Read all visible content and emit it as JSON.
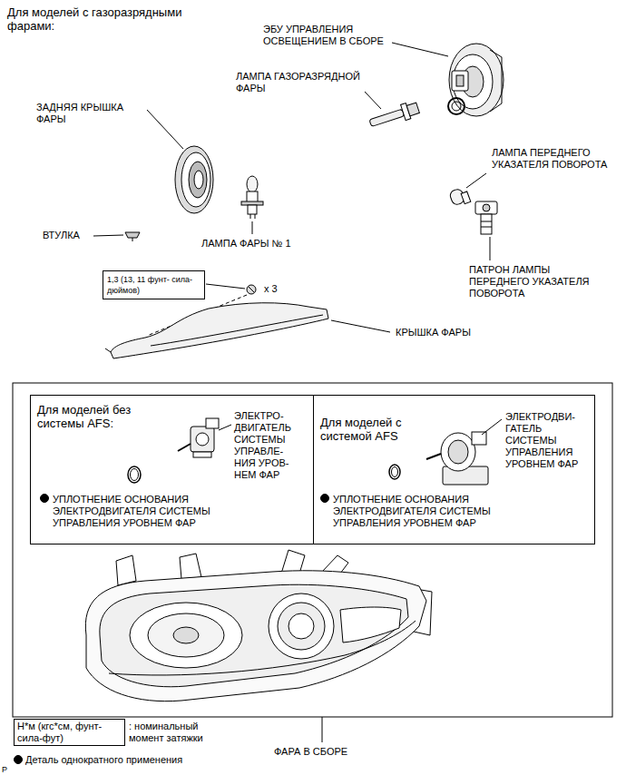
{
  "diagram": {
    "title": "Для моделей с газоразрядными фарами:",
    "nodes": [
      {
        "text": [
          "1,3 (13, 11 фунт- сила-дюймов)"
        ]
      },
      {
        "text": [
          "Для моделей без системы AFS:",
          "ЭЛЕКТРО- ДВИГАТЕЛЬ СИСТЕМЫ УПРАВЛЕ- НИЯ УРОВ- НЕМ ФАР",
          "УПЛОТНЕНИЕ ОСНОВАНИЯ ЭЛЕКТРОДВИГАТЕЛЯ СИСТЕМЫ УПРАВЛЕНИЯ УРОВНЕМ ФАР"
        ]
      },
      {
        "text": [
          "Для моделей с системой AFS",
          "ЭЛЕКТРОДВИ- ГАТЕЛЬ СИСТЕМЫ УПРАВЛЕНИЯ УРОВНЕМ ФАР",
          "УПЛОТНЕНИЕ ОСНОВАНИЯ ЭЛЕКТРОДВИГАТЕЛЯ СИСТЕМЫ УПРАВЛЕНИЯ УРОВНЕМ ФАР"
        ]
      },
      {
        "text": [
          "Н*м (кгс*см, фунт- сила-фут)"
        ]
      }
    ],
    "labels": [
      "ЭБУ УПРАВЛЕНИЯ ОСВЕЩЕНИЕМ В СБОРЕ",
      "ЛАМПА ГАЗОРАЗРЯДНОЙ ФАРЫ",
      "ЗАДНЯЯ КРЫШКА ФАРЫ",
      "ЛАМПА ПЕРЕДНЕГО УКАЗАТЕЛЯ ПОВОРОТА",
      "ВТУЛКА",
      "ЛАМПА ФАРЫ № 1",
      "ПАТРОН ЛАМПЫ ПЕРЕДНЕГО УКАЗАТЕЛЯ ПОВОРОТА",
      "x 3",
      "КРЫШКА ФАРЫ",
      "ФАРА В СБОРЕ",
      "P"
    ],
    "legend": [
      {
        "text": ": номинальный момент затяжки"
      },
      {
        "text": "Деталь однократного применения"
      }
    ]
  }
}
